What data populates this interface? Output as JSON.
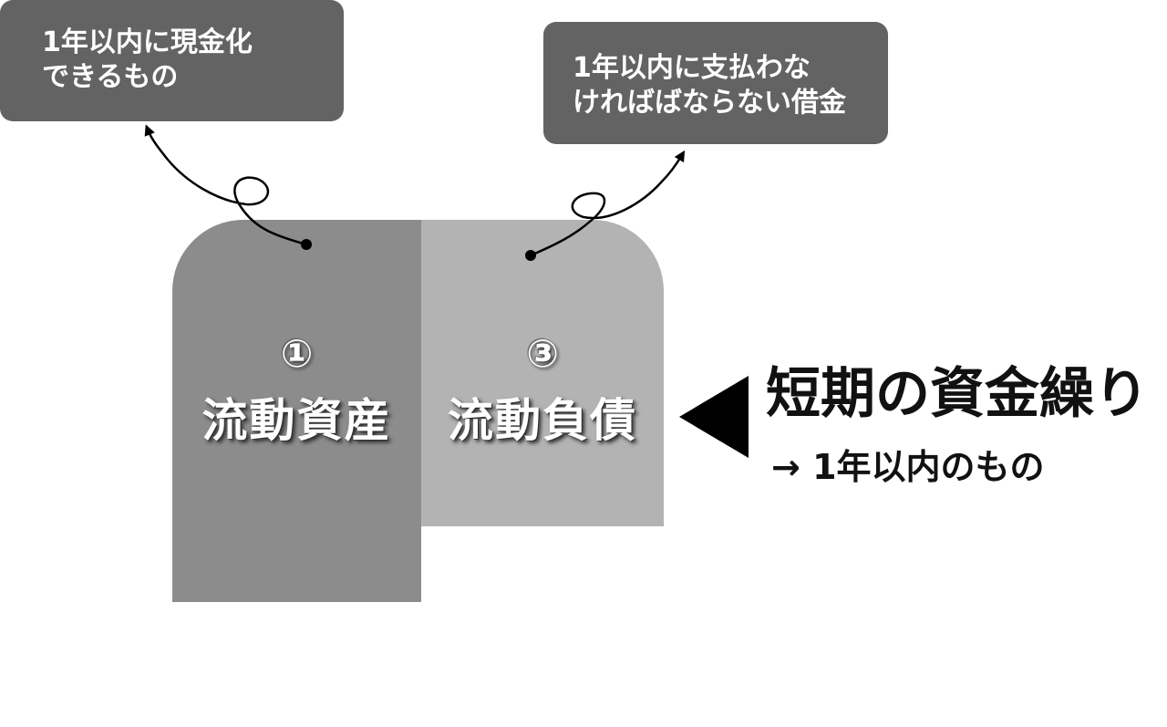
{
  "callouts": {
    "assets": {
      "line1": "1年以内に現金化",
      "line2": "できるもの"
    },
    "liabilities": {
      "line1": "1年以内に支払わな",
      "line2": "ければばならない借金"
    }
  },
  "blocks": {
    "current_assets": {
      "number": "①",
      "label": "流動資産"
    },
    "current_liabilities": {
      "number": "③",
      "label": "流動負債"
    }
  },
  "annotation": {
    "title": "短期の資金繰り",
    "subtitle": "→ 1年以内のもの"
  },
  "colors": {
    "callout_bg": "#636363",
    "current_assets": "#8c8c8c",
    "current_liabilities": "#b3b3b3",
    "text_dark": "#111111"
  }
}
